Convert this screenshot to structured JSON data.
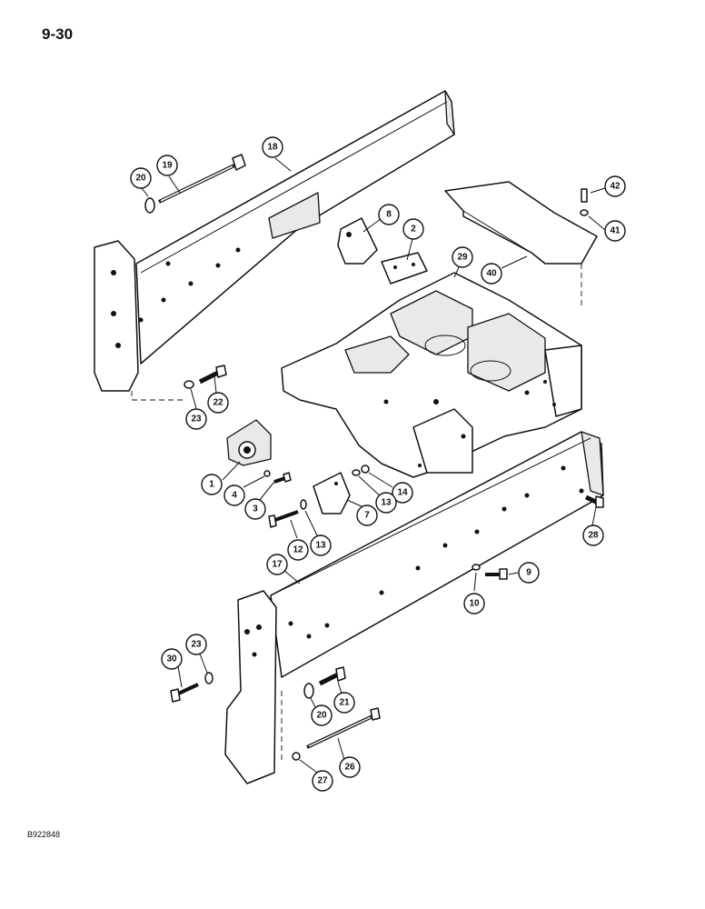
{
  "page": {
    "page_number": "9-30",
    "figure_id": "B922848"
  },
  "callouts": [
    {
      "id": "c18",
      "label": "18"
    },
    {
      "id": "c19",
      "label": "19"
    },
    {
      "id": "c20a",
      "label": "20"
    },
    {
      "id": "c8",
      "label": "8"
    },
    {
      "id": "c2",
      "label": "2"
    },
    {
      "id": "c42",
      "label": "42"
    },
    {
      "id": "c41",
      "label": "41"
    },
    {
      "id": "c29",
      "label": "29"
    },
    {
      "id": "c40",
      "label": "40"
    },
    {
      "id": "c22",
      "label": "22"
    },
    {
      "id": "c23a",
      "label": "23"
    },
    {
      "id": "c1",
      "label": "1"
    },
    {
      "id": "c4",
      "label": "4"
    },
    {
      "id": "c3",
      "label": "3"
    },
    {
      "id": "c14",
      "label": "14"
    },
    {
      "id": "c13a",
      "label": "13"
    },
    {
      "id": "c7",
      "label": "7"
    },
    {
      "id": "c12",
      "label": "12"
    },
    {
      "id": "c13b",
      "label": "13"
    },
    {
      "id": "c28",
      "label": "28"
    },
    {
      "id": "c17",
      "label": "17"
    },
    {
      "id": "c9",
      "label": "9"
    },
    {
      "id": "c10",
      "label": "10"
    },
    {
      "id": "c30",
      "label": "30"
    },
    {
      "id": "c23b",
      "label": "23"
    },
    {
      "id": "c21",
      "label": "21"
    },
    {
      "id": "c20b",
      "label": "20"
    },
    {
      "id": "c26",
      "label": "26"
    },
    {
      "id": "c27",
      "label": "27"
    }
  ]
}
